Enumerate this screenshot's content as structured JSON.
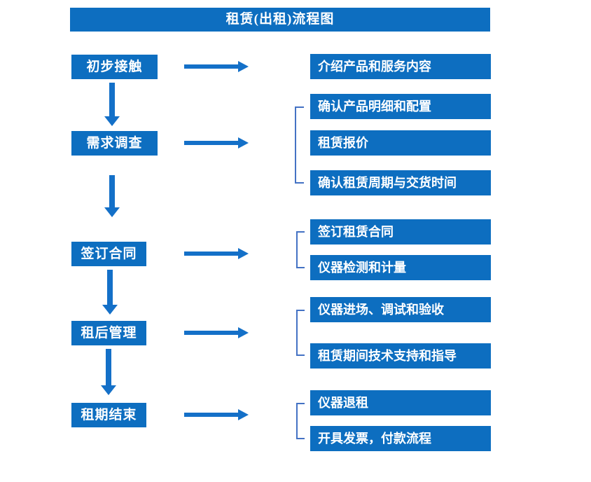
{
  "title": "租赁(出租)流程图",
  "colors": {
    "box_blue": "#0D6EC0",
    "arrow_blue": "#1470C8",
    "bracket_blue": "#4472C4",
    "text_white": "#FFFFFF"
  },
  "stages": [
    {
      "label": "初步接触",
      "outputs": [
        "介绍产品和服务内容"
      ]
    },
    {
      "label": "需求调查",
      "outputs": [
        "确认产品明细和配置",
        "租赁报价",
        "确认租赁周期与交货时间"
      ]
    },
    {
      "label": "签订合同",
      "outputs": [
        "签订租赁合同",
        "仪器检测和计量"
      ]
    },
    {
      "label": "租后管理",
      "outputs": [
        "仪器进场、调试和验收",
        "租赁期间技术支持和指导"
      ]
    },
    {
      "label": "租期结束",
      "outputs": [
        "仪器退租",
        "开具发票，付款流程"
      ]
    }
  ]
}
